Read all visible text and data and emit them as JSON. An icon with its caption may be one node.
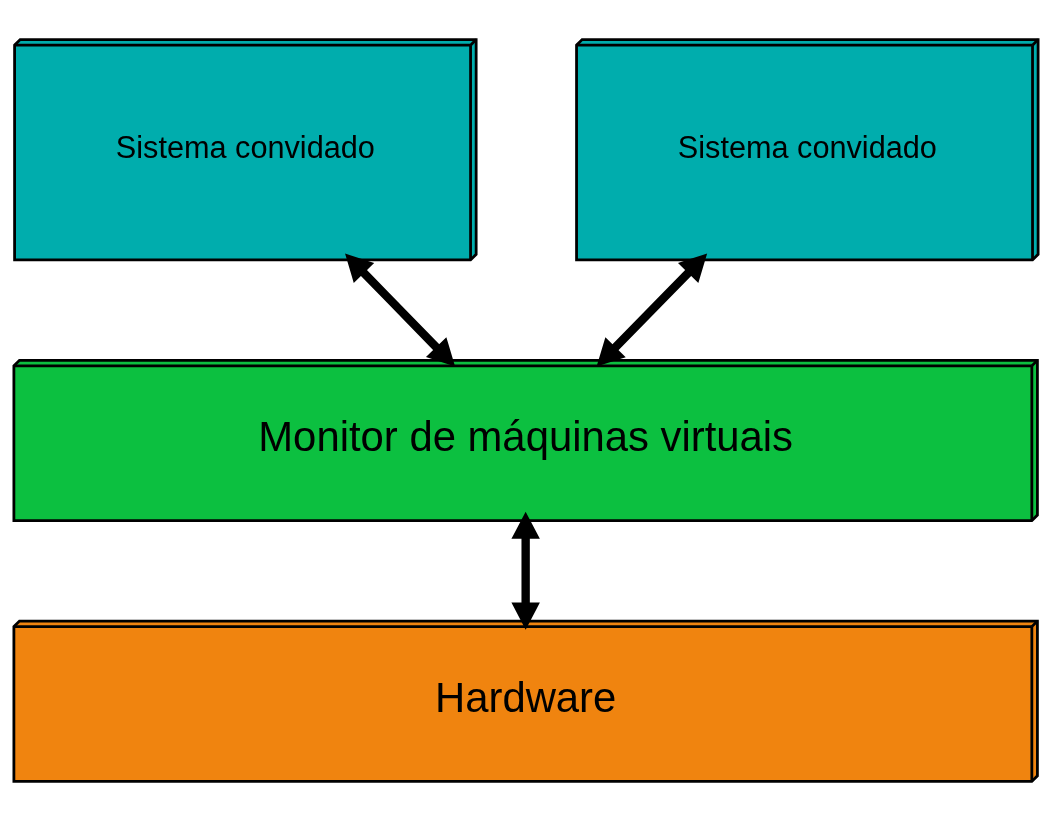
{
  "diagram": {
    "nodes": [
      {
        "text": [
          "Sistema convidado"
        ]
      },
      {
        "text": [
          "Sistema convidado"
        ]
      },
      {
        "text": [
          "Monitor de máquinas virtuais"
        ]
      },
      {
        "text": [
          "Hardware"
        ]
      }
    ],
    "edges": [
      {
        "from": 0,
        "to": 2,
        "arrow": "both"
      },
      {
        "from": 1,
        "to": 2,
        "arrow": "both"
      },
      {
        "from": 2,
        "to": 3,
        "arrow": "both"
      }
    ]
  }
}
